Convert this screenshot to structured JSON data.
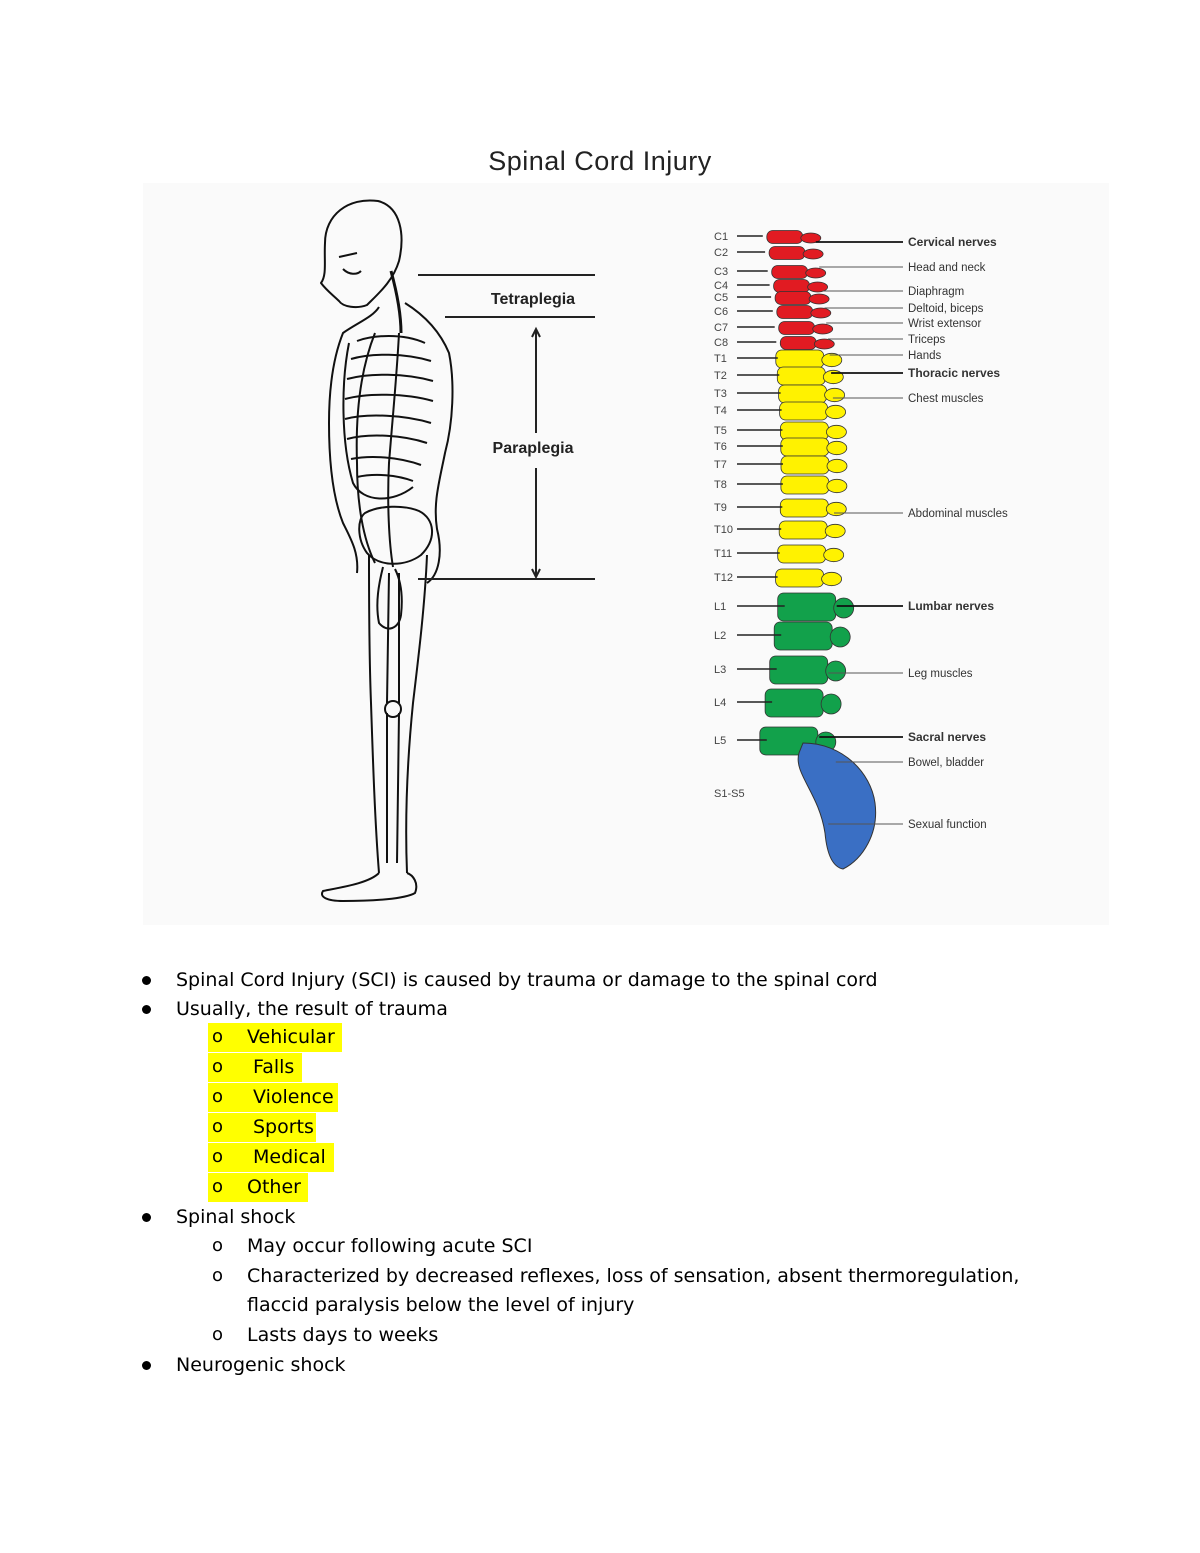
{
  "title": "Spinal Cord Injury",
  "figure": {
    "body_labels": {
      "tetraplegia": "Tetraplegia",
      "paraplegia": "Paraplegia"
    },
    "vertebrae": [
      "C1",
      "C2",
      "C3",
      "C4",
      "C5",
      "C6",
      "C7",
      "C8",
      "T1",
      "T2",
      "T3",
      "T4",
      "T5",
      "T6",
      "T7",
      "T8",
      "T9",
      "T10",
      "T11",
      "T12",
      "L1",
      "L2",
      "L3",
      "L4",
      "L5",
      "S1-S5"
    ],
    "nerve_labels": {
      "cervical": "Cervical nerves",
      "head_neck": "Head and neck",
      "diaphragm": "Diaphragm",
      "deltoid": "Deltoid, biceps",
      "wrist": "Wrist extensor",
      "triceps": "Triceps",
      "hands": "Hands",
      "thoracic": "Thoracic nerves",
      "chest": "Chest muscles",
      "abdominal": "Abdominal muscles",
      "lumbar": "Lumbar nerves",
      "leg": "Leg muscles",
      "sacral": "Sacral nerves",
      "bowel": "Bowel, bladder",
      "sexual": "Sexual function"
    },
    "colors": {
      "cervical": "#e11b22",
      "thoracic": "#fff200",
      "lumbar": "#12a14b",
      "sacral": "#3a6fc4"
    }
  },
  "bullets": {
    "b1": "Spinal Cord Injury (SCI) is caused by trauma or damage to the spinal cord",
    "b2": "Usually, the result of trauma",
    "trauma": [
      "Vehicular",
      " Falls",
      "Violence",
      "Sports",
      "Medical",
      "Other"
    ],
    "b3": "Spinal shock",
    "shock": [
      "May occur following acute SCI",
      "Characterized by decreased reflexes, loss of sensation, absent thermoregulation,",
      "flaccid paralysis below the level of injury",
      "Lasts days to weeks"
    ],
    "b4": "Neurogenic shock",
    "sub_marker": "o",
    "highlight_color": "#ffff00"
  }
}
